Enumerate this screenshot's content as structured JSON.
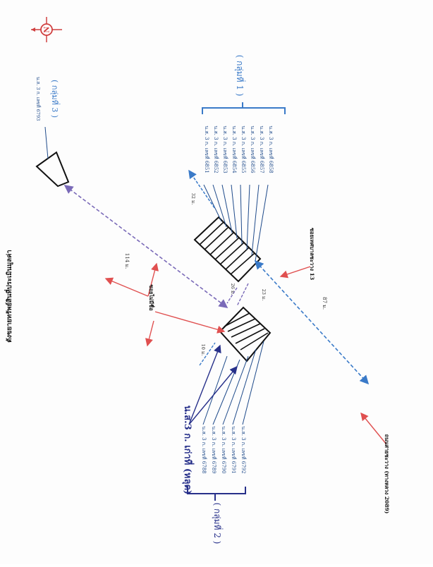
{
  "title": "ตังขยายทรัพย์สินที่ประเมินมูลค่า",
  "compass_letter": "N",
  "group1": {
    "label": "( กลุ่มที่ 1 )",
    "deeds": [
      "น.ส. 3 ก. เลขที่ 6851",
      "น.ส. 3 ก. เลขที่ 6852",
      "น.ส. 3 ก. เลขที่ 6853",
      "น.ส. 3 ก. เลขที่ 6854",
      "น.ส. 3 ก. เลขที่ 6855",
      "น.ส. 3 ก. เลขที่ 6856",
      "น.ส. 3 ก. เลขที่ 6857",
      "น.ส. 3 ก. เลขที่ 6858"
    ]
  },
  "group2": {
    "label": "( กลุ่มที่ 2 )",
    "heading": "น.ส.3 ก. เก่าที่ (หลุด)",
    "deeds": [
      "น.ส. 3 ก. เลขที่ 6788",
      "น.ส. 3 ก. เลขที่ 6789",
      "น.ส. 3 ก. เลขที่ 6790",
      "น.ส. 3 ก. เลขที่ 6791",
      "น.ส. 3 ก. เลขที่ 6792"
    ]
  },
  "group3": {
    "label": "( กลุ่มที่ 3 )",
    "deed": "น.ส. 3 ก. เลขที่ 6793"
  },
  "labels": {
    "road_no_name": "ซอยไม่มีชื่อ",
    "soi13": "ซอยเทศบาลชะวาง 13",
    "highway": "ถนนสายชะวาง (ทางหลวง 2089)"
  },
  "distances": {
    "d114": "114 ม.",
    "d32": "32 ม.",
    "d26": "26 ม.",
    "d23": "23 ม.",
    "d87": "87 ม.",
    "d10": "10 ม."
  }
}
